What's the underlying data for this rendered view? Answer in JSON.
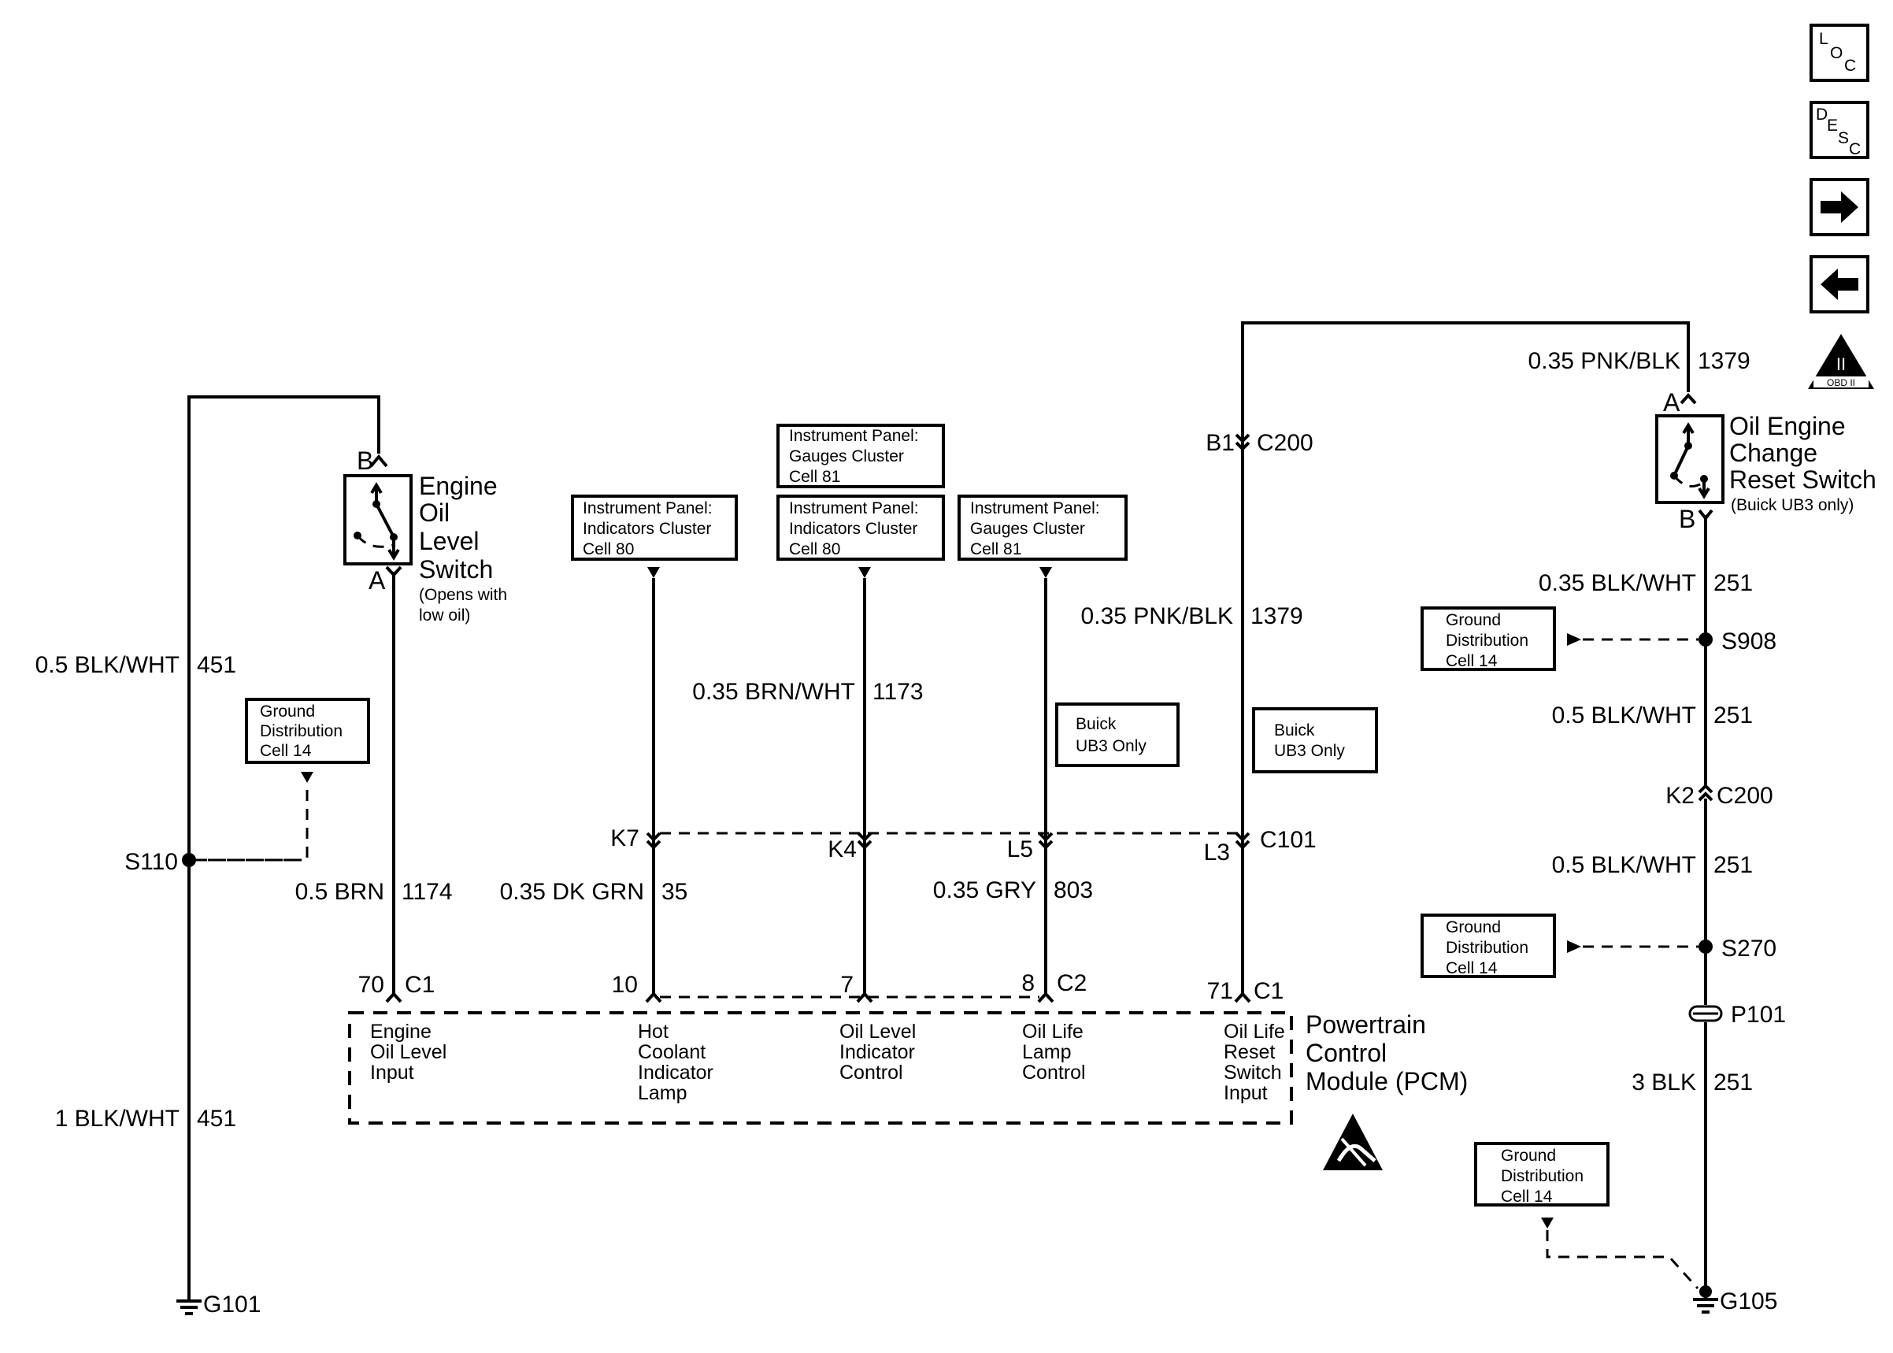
{
  "nav": {
    "loc_icon": "loc-icon",
    "desc_icon": "desc-icon",
    "next_icon": "right-arrow-icon",
    "prev_icon": "left-arrow-icon",
    "obd_icon": "obd-ii-icon",
    "obd_label": "OBD II",
    "obd_numeral": "II"
  },
  "left": {
    "wire_upper": "0.5 BLK/WHT",
    "wire_upper_circuit": "451",
    "wire_lower": "1 BLK/WHT",
    "wire_lower_circuit": "451",
    "splice": "S110",
    "ground": "G101",
    "ground_ref": [
      "Ground",
      "Distribution",
      "Cell 14"
    ]
  },
  "oil_level_switch": {
    "title_lines": [
      "Engine",
      "Oil",
      "Level",
      "Switch"
    ],
    "note_lines": [
      "(Opens with",
      "low oil)"
    ],
    "pin_top": "B",
    "pin_bottom": "A",
    "wire": "0.5 BRN",
    "circuit": "1174",
    "pcm_pin": "70",
    "pcm_connector": "C1"
  },
  "refs": {
    "ip_indicators_a": [
      "Instrument Panel:",
      "Indicators Cluster",
      "Cell 80"
    ],
    "ip_gauges_top": [
      "Instrument Panel:",
      "Gauges Cluster",
      "Cell 81"
    ],
    "ip_indicators_b": [
      "Instrument Panel:",
      "Indicators Cluster",
      "Cell 80"
    ],
    "ip_gauges_b": [
      "Instrument Panel:",
      "Gauges Cluster",
      "Cell 81"
    ],
    "buick_a": [
      "Buick",
      "UB3 Only"
    ],
    "buick_b": [
      "Buick",
      "UB3 Only"
    ]
  },
  "circuits": {
    "hot_coolant": {
      "wire": "0.35 DK GRN",
      "circuit": "35",
      "c101_pin": "K7",
      "pcm_pin": "10"
    },
    "oil_level_lamp": {
      "wire": "0.35 BRN/WHT",
      "circuit": "1173",
      "c101_pin": "K4",
      "pcm_pin": "7"
    },
    "oil_life_lamp": {
      "wire": "0.35 GRY",
      "circuit": "803",
      "c101_pin": "L5",
      "pcm_pin": "8",
      "pcm_connector": "C2"
    },
    "reset_input": {
      "wire": "0.35 PNK/BLK",
      "circuit": "1379",
      "c101_pin": "L3",
      "c101_connector": "C101",
      "pcm_pin": "71",
      "pcm_connector": "C1",
      "c200_pin": "B1",
      "c200_connector": "C200"
    }
  },
  "pcm": {
    "name_lines": [
      "Powertrain",
      "Control",
      "Module (PCM)"
    ],
    "esd_icon": "esd-warning-icon",
    "inputs": {
      "engine_oil_level": [
        "Engine",
        "Oil Level",
        "Input"
      ],
      "hot_coolant": [
        "Hot",
        "Coolant",
        "Indicator",
        "Lamp"
      ],
      "oil_level": [
        "Oil Level",
        "Indicator",
        "Control"
      ],
      "oil_life": [
        "Oil Life",
        "Lamp",
        "Control"
      ],
      "reset_switch": [
        "Oil Life",
        "Reset",
        "Switch",
        "Input"
      ]
    }
  },
  "right": {
    "top_wire": "0.35 PNK/BLK",
    "top_circuit": "1379",
    "switch_title_lines": [
      "Oil Engine",
      "Change",
      "Reset Switch"
    ],
    "switch_note": "(Buick UB3 only)",
    "pin_top": "A",
    "pin_bottom": "B",
    "wire_1": "0.35 BLK/WHT",
    "circuit_1": "251",
    "splice_1": "S908",
    "ground_ref_1": [
      "Ground",
      "Distribution",
      "Cell 14"
    ],
    "wire_2": "0.5 BLK/WHT",
    "circuit_2": "251",
    "c200_pin": "K2",
    "c200_connector": "C200",
    "wire_3": "0.5 BLK/WHT",
    "circuit_3": "251",
    "splice_2": "S270",
    "ground_ref_2": [
      "Ground",
      "Distribution",
      "Cell 14"
    ],
    "pass_through": "P101",
    "wire_4": "3 BLK",
    "circuit_4": "251",
    "ground_ref_3": [
      "Ground",
      "Distribution",
      "Cell 14"
    ],
    "ground": "G105"
  }
}
